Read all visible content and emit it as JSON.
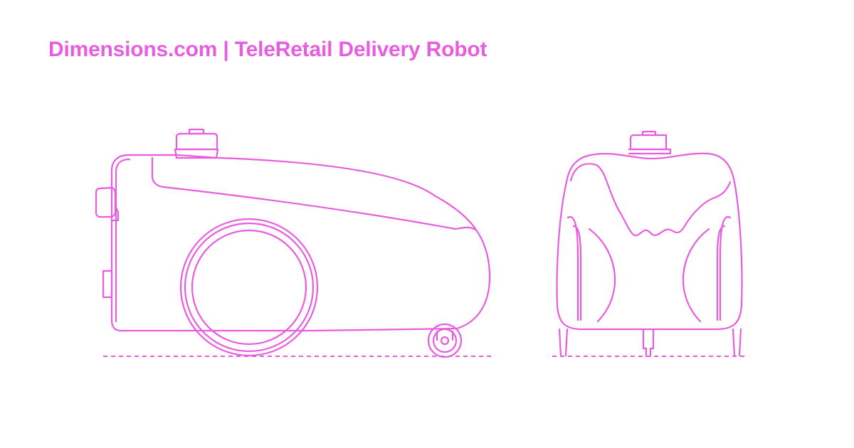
{
  "header": {
    "title": "Dimensions.com | TeleRetail Delivery Robot"
  },
  "colors": {
    "accent": "#e85de0",
    "background": "#ffffff"
  },
  "views": [
    "side-view",
    "front-view"
  ]
}
